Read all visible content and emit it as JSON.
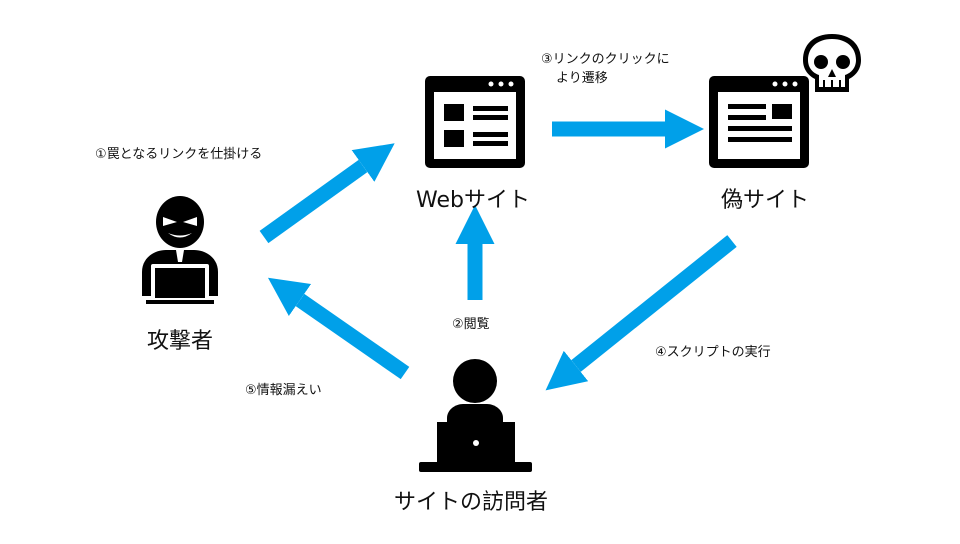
{
  "nodes": {
    "attacker": {
      "label": "攻撃者",
      "icon": "hacker-with-laptop-icon"
    },
    "website": {
      "label": "Webサイト",
      "icon": "browser-window-icon"
    },
    "fake_site": {
      "label": "偽サイト",
      "icon": "browser-window-icon",
      "badge_icon": "skull-icon"
    },
    "visitor": {
      "label": "サイトの訪問者",
      "icon": "user-with-laptop-icon"
    }
  },
  "steps": {
    "step1": "①罠となるリンクを仕掛ける",
    "step2": "②閲覧",
    "step3_line1": "③リンクのクリックに",
    "step3_line2": "より遷移",
    "step4": "④スクリプトの実行",
    "step5": "⑤情報漏えい"
  },
  "colors": {
    "arrow": "#00a0e9",
    "icon": "#000000",
    "background": "#ffffff"
  }
}
